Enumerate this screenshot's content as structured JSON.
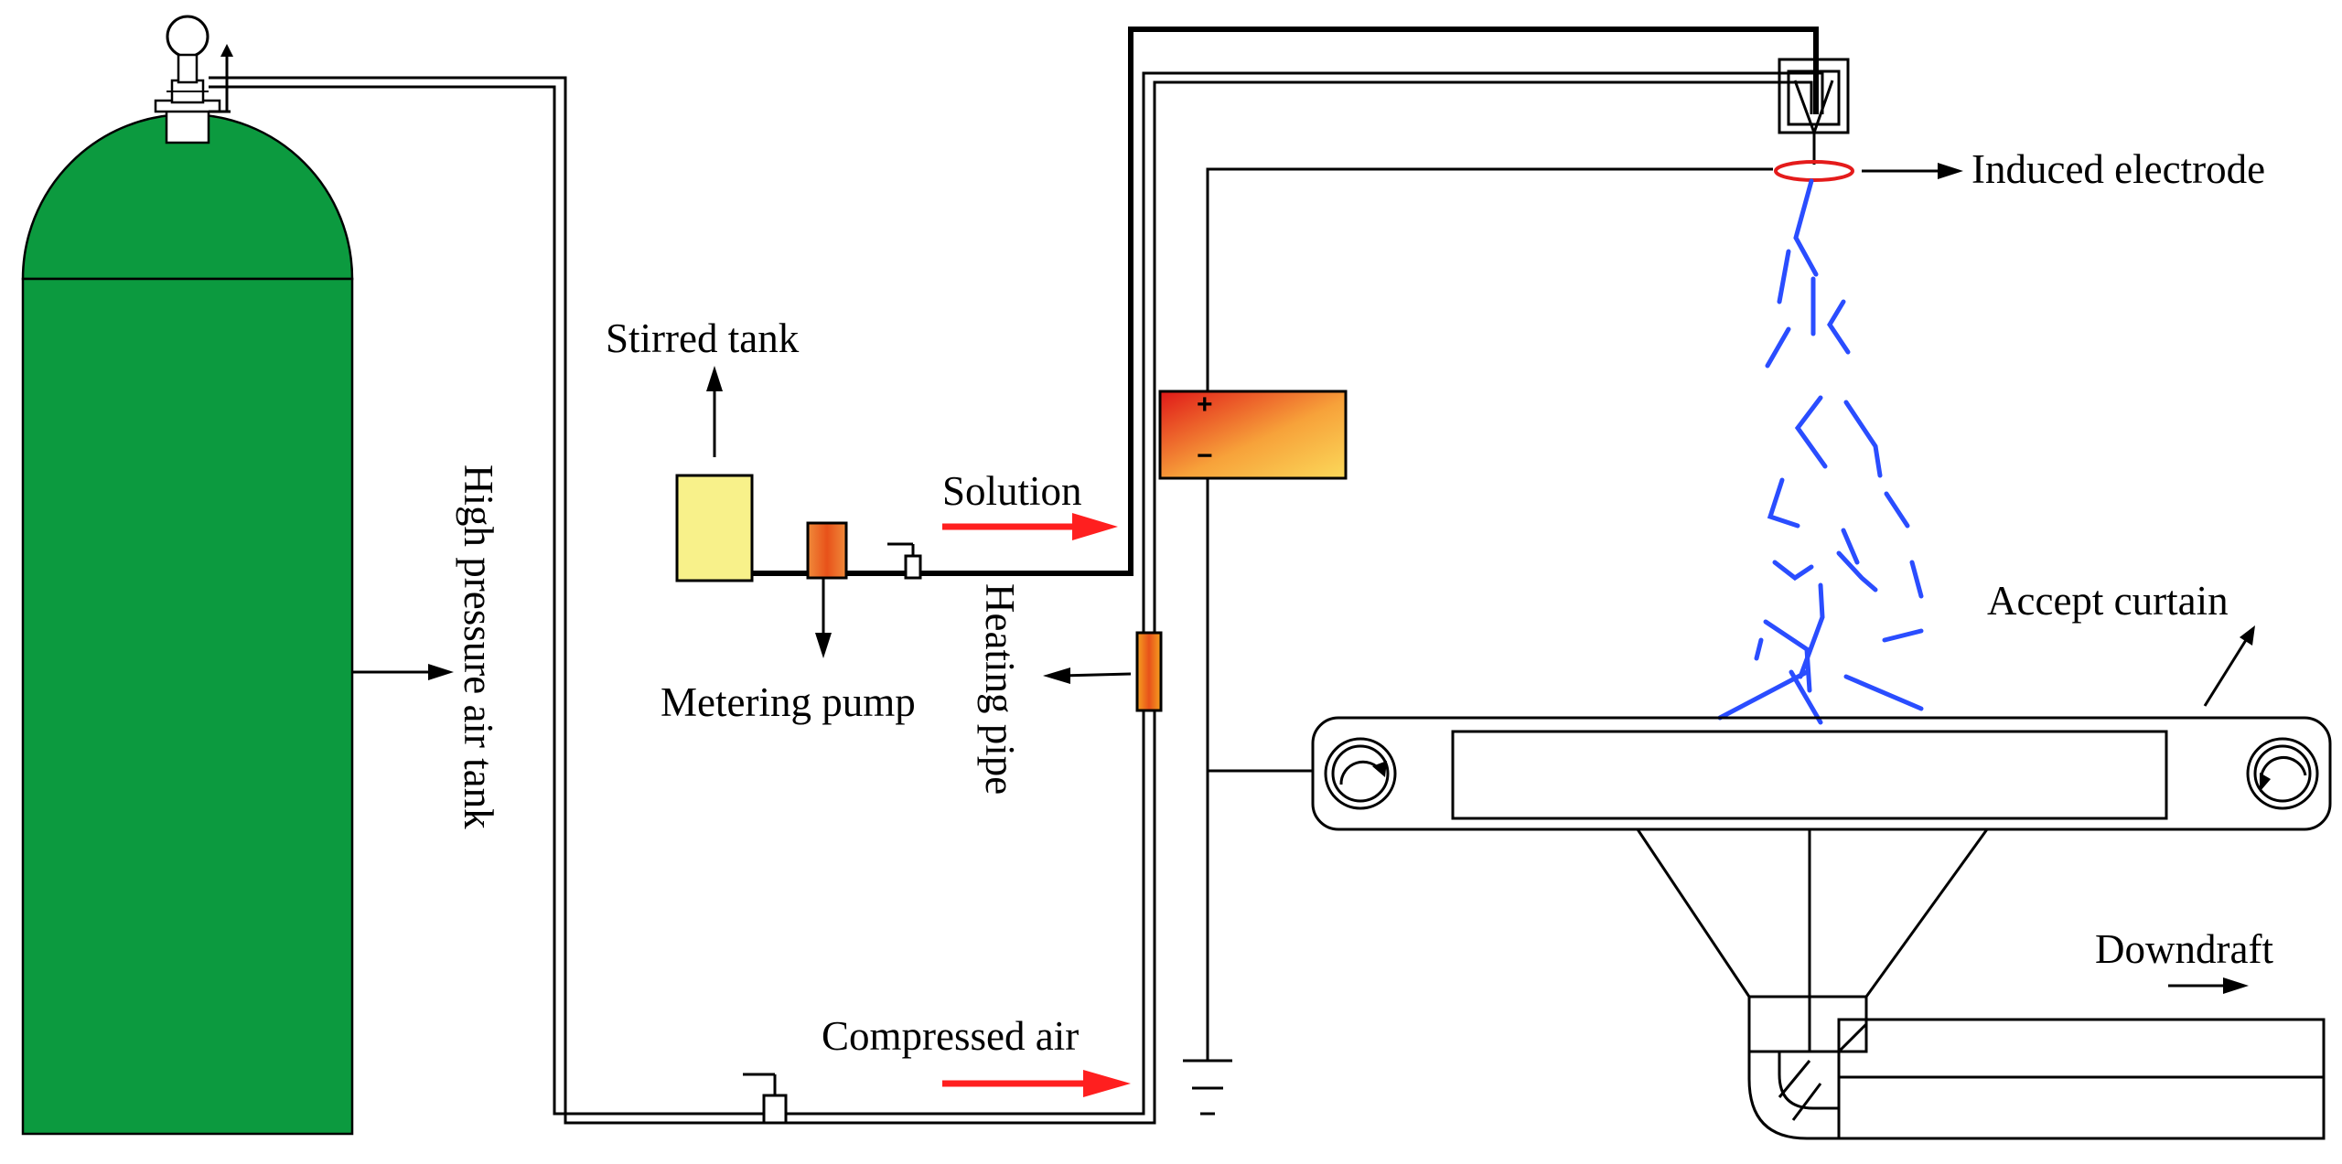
{
  "labels": {
    "stirred_tank": "Stirred tank",
    "solution": "Solution",
    "metering_pump": "Metering pump",
    "heating_pipe": "Heating pipe",
    "high_pressure_air_tank": "High pressure air tank",
    "compressed_air": "Compressed air",
    "induced_electrode": "Induced electrode",
    "accept_curtain": "Accept curtain",
    "downdraft": "Downdraft",
    "plus_sign": "+",
    "minus_sign": "−"
  },
  "colors": {
    "air_tank": "#0c9a3f",
    "stirred_tank": "#f8f18a",
    "metering_pump": "#ec6a2a",
    "flow_arrow": "#ff1f1f",
    "fiber_jet": "#2a4dff",
    "electrode_ring": "#e41b1b",
    "line": "#000000"
  }
}
